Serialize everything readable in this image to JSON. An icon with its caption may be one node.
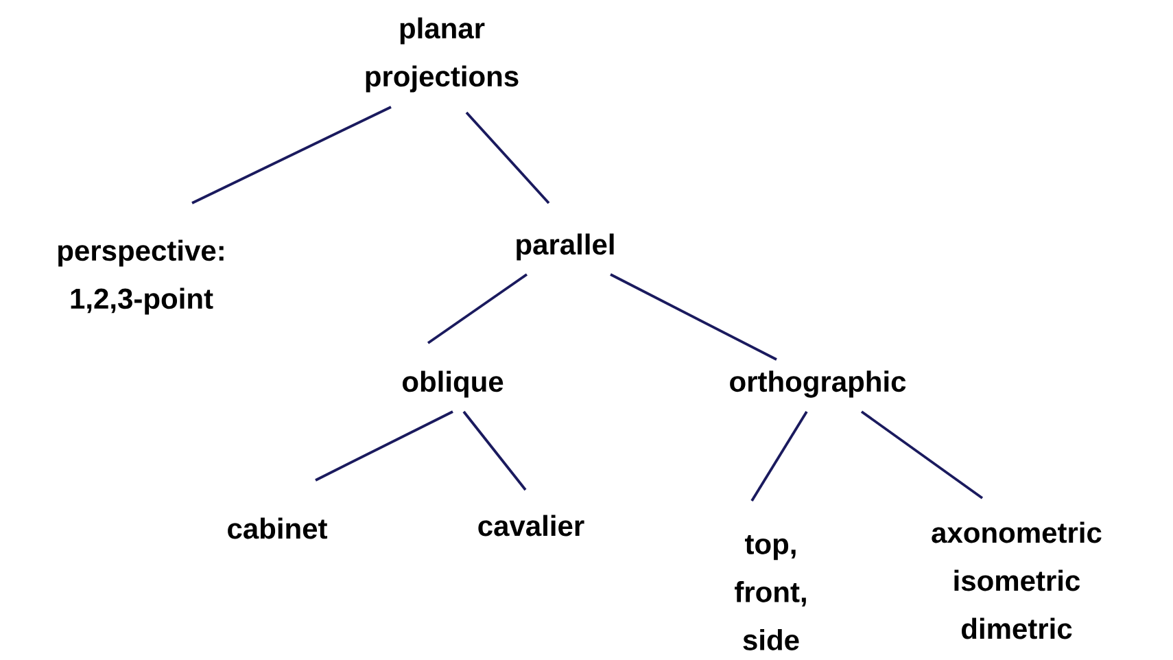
{
  "diagram": {
    "nodes": [
      {
        "text": [
          "planar projections"
        ]
      },
      {
        "text": [
          "perspective: 1,2,3-point"
        ]
      },
      {
        "text": [
          "parallel"
        ]
      },
      {
        "text": [
          "oblique"
        ]
      },
      {
        "text": [
          "orthographic"
        ]
      },
      {
        "text": [
          "cabinet"
        ]
      },
      {
        "text": [
          "cavalier"
        ]
      },
      {
        "text": [
          "top, front, side"
        ]
      },
      {
        "text": [
          "axonometric isometric dimetric"
        ]
      }
    ],
    "edges": [
      {
        "from": 0,
        "to": 1,
        "arrow": "none"
      },
      {
        "from": 0,
        "to": 2,
        "arrow": "none"
      },
      {
        "from": 2,
        "to": 3,
        "arrow": "none"
      },
      {
        "from": 2,
        "to": 4,
        "arrow": "none"
      },
      {
        "from": 3,
        "to": 5,
        "arrow": "none"
      },
      {
        "from": 3,
        "to": 6,
        "arrow": "none"
      },
      {
        "from": 4,
        "to": 7,
        "arrow": "none"
      },
      {
        "from": 4,
        "to": 8,
        "arrow": "none"
      }
    ]
  }
}
